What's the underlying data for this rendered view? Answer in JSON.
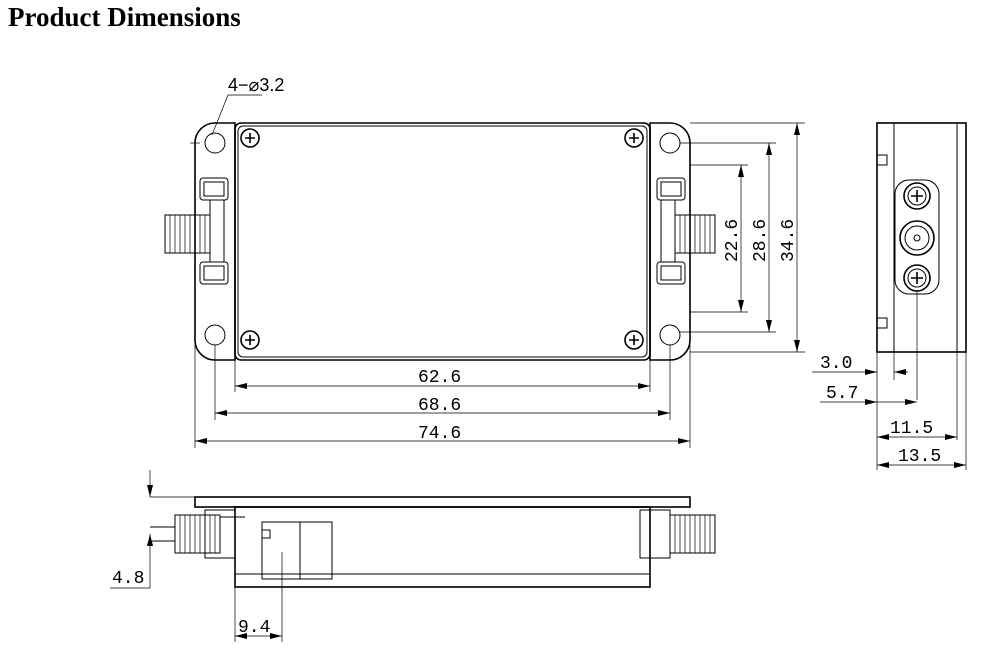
{
  "title": "Product Dimensions",
  "dimensions": {
    "holes": "4−⌀3.2",
    "width_inner": "62.6",
    "width_holes": "68.6",
    "width_total": "74.6",
    "height_inner": "22.6",
    "height_holes": "28.6",
    "height_total": "34.6",
    "side_a": "3.0",
    "side_b": "5.7",
    "side_c": "11.5",
    "side_d": "13.5",
    "bottom_height": "4.8",
    "bottom_offset": "9.4"
  }
}
